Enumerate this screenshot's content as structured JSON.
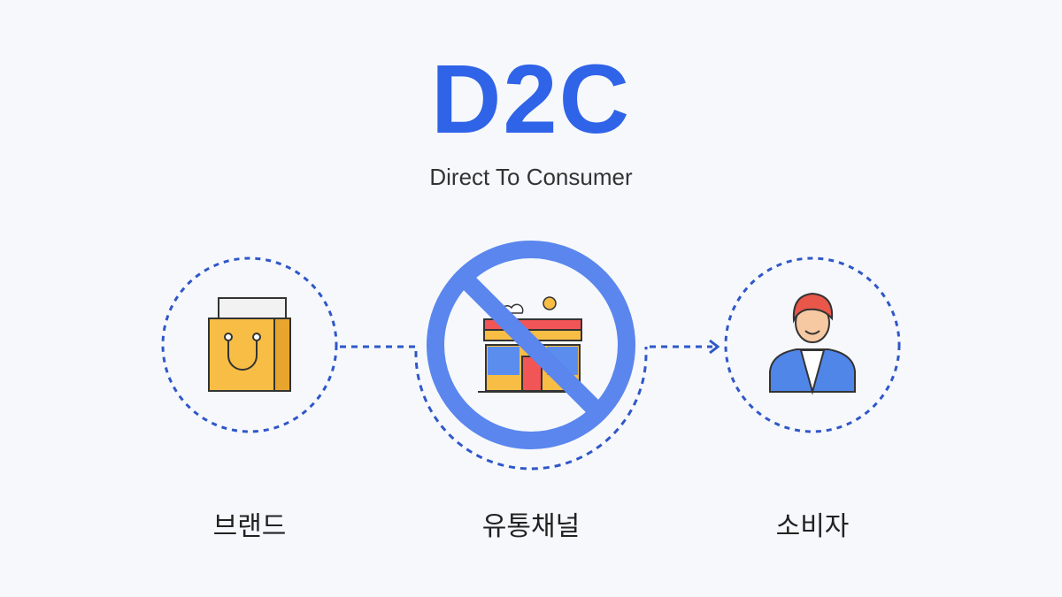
{
  "header": {
    "title": "D2C",
    "subtitle": "Direct To Consumer"
  },
  "nodes": [
    {
      "label": "브랜드",
      "icon": "shopping-bag-icon"
    },
    {
      "label": "유통채널",
      "icon": "store-icon",
      "status": "prohibited"
    },
    {
      "label": "소비자",
      "icon": "consumer-person-icon"
    }
  ],
  "colors": {
    "accent": "#2f63e8",
    "prohibit": "#5a86ee",
    "dash": "#2f57c9",
    "background": "#f6f8fb"
  }
}
